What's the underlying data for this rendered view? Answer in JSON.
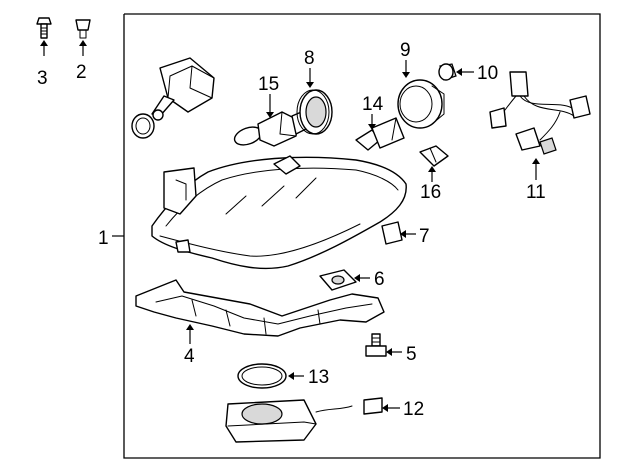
{
  "callouts": {
    "c1": "1",
    "c2": "2",
    "c3": "3",
    "c4": "4",
    "c5": "5",
    "c6": "6",
    "c7": "7",
    "c8": "8",
    "c9": "9",
    "c10": "10",
    "c11": "11",
    "c12": "12",
    "c13": "13",
    "c14": "14",
    "c15": "15",
    "c16": "16"
  },
  "colors": {
    "line": "#000000",
    "background": "#ffffff",
    "shade": "#d9d9d9"
  }
}
